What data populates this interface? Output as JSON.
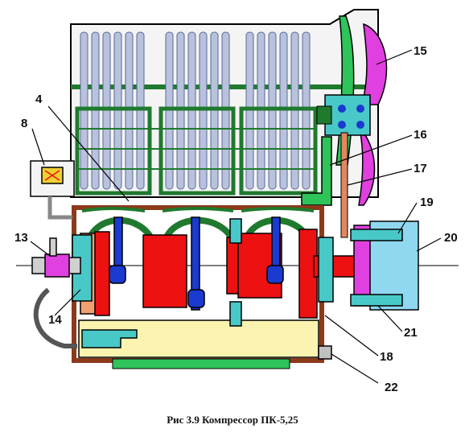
{
  "caption": "Рис 3.9 Компрессор ПК-5,25",
  "callouts": {
    "c4": "4",
    "c8": "8",
    "c13": "13",
    "c14": "14",
    "c15": "15",
    "c16": "16",
    "c17": "17",
    "c18": "18",
    "c19": "19",
    "c20": "20",
    "c21": "21",
    "c22": "22"
  },
  "colors": {
    "outline": "#000000",
    "casing": "#8b3a1a",
    "cooler_tubes": "#b8c2dc",
    "fins": "#1f7a2e",
    "fan_blades": "#e040e0",
    "shaft_red": "#ee1111",
    "pistons_blue": "#1a3ad0",
    "oil_yellow": "#fbf3b0",
    "bearing_teal": "#49c8c8",
    "coupling_cyan": "#8fd8f0"
  }
}
